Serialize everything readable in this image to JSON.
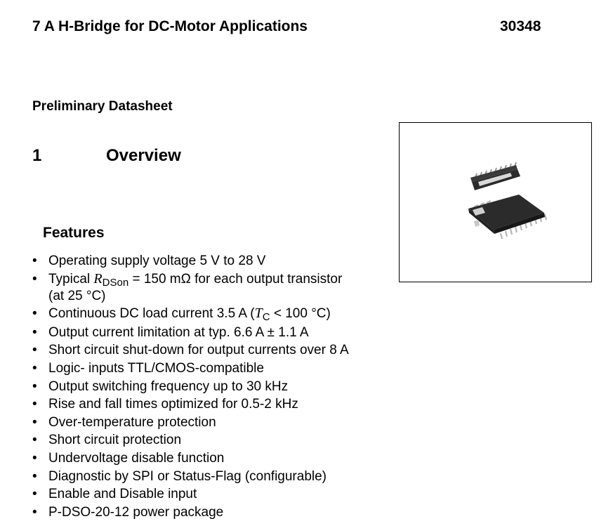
{
  "header": {
    "title": "7 A H-Bridge for DC-Motor Applications",
    "part_number": "30348"
  },
  "doc_type": "Preliminary Datasheet",
  "section": {
    "number": "1",
    "title": "Overview"
  },
  "features": {
    "heading": "Features",
    "bullet": "•",
    "items": [
      {
        "text": "Operating supply voltage 5 V to 28 V"
      },
      {
        "pre": "Typical ",
        "sym": "R",
        "sub": "DSon",
        "post": " = 150 mΩ for each output transistor",
        "line2": "(at 25 °C)"
      },
      {
        "pre": "Continuous DC load current 3.5 A (",
        "sym": "T",
        "sub": "C",
        "post": " < 100 °C)"
      },
      {
        "text": "Output current limitation at typ. 6.6 A ± 1.1 A"
      },
      {
        "text": "Short circuit shut-down for output currents over 8 A"
      },
      {
        "text": "Logic- inputs TTL/CMOS-compatible"
      },
      {
        "text": "Output switching frequency up to 30 kHz"
      },
      {
        "text": "Rise and fall times optimized for 0.5-2 kHz"
      },
      {
        "text": "Over-temperature protection"
      },
      {
        "text": "Short circuit protection"
      },
      {
        "text": "Undervoltage disable function"
      },
      {
        "text": "Diagnostic by SPI or Status-Flag (configurable)"
      },
      {
        "text": "Enable and Disable input"
      },
      {
        "text": "P-DSO-20-12 power package"
      }
    ]
  },
  "colors": {
    "package_body": "#2b2b2b",
    "package_pins": "#b9b9b9",
    "heat_slug": "#d8d8d8"
  }
}
